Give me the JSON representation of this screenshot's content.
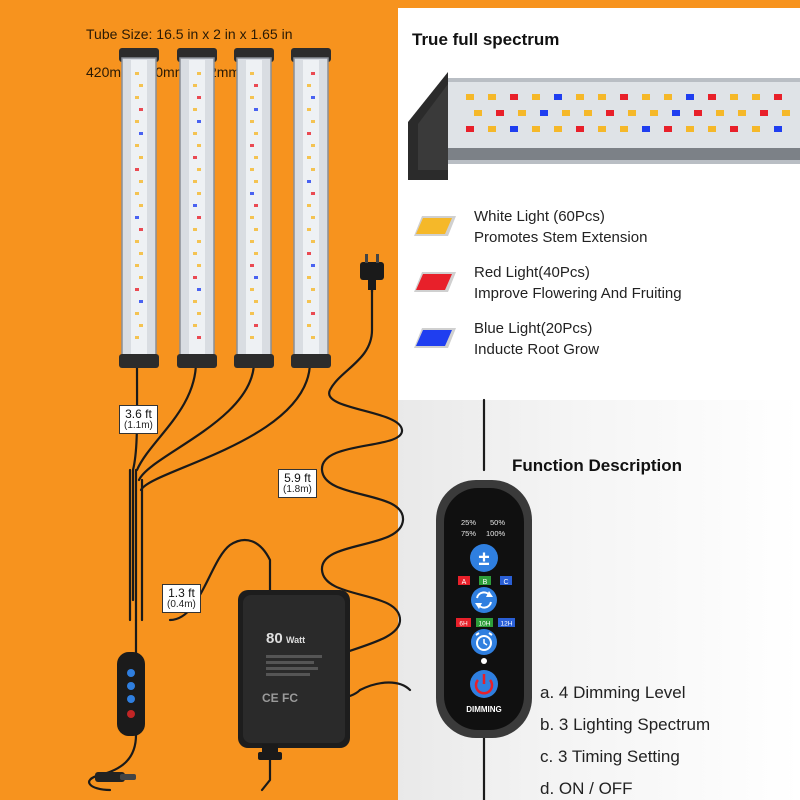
{
  "tube_size": {
    "line1": "Tube Size: 16.5 in x 2 in x 1.65 in",
    "line2": "420mm x 50mm x 42mm"
  },
  "cables": {
    "tube_cable": {
      "length": "3.6 ft",
      "metric": "(1.1m)"
    },
    "controller_cable": {
      "length": "5.9 ft",
      "metric": "(1.8m)"
    },
    "adapter_cable": {
      "length": "1.3 ft",
      "metric": "(0.4m)"
    }
  },
  "spectrum": {
    "heading": "True full spectrum",
    "items": [
      {
        "line1": "White Light (60Pcs)",
        "line2": "Promotes Stem Extension",
        "color": "#f5b829"
      },
      {
        "line1": "Red Light(40Pcs)",
        "line2": "Improve Flowering And Fruiting",
        "color": "#e8202a"
      },
      {
        "line1": "Blue Light(20Pcs)",
        "line2": "Inducte Root Grow",
        "color": "#1f3ef0"
      }
    ]
  },
  "adapter": {
    "wattage": "80",
    "unit": "Watt",
    "cert": "CE FC"
  },
  "controller": {
    "levels": [
      "25%",
      "50%",
      "75%",
      "100%"
    ],
    "spectrum_modes": [
      "A",
      "B",
      "C"
    ],
    "spectrum_colors": [
      "#e8202a",
      "#2e9e3a",
      "#2a5fd6"
    ],
    "timers": [
      "6H",
      "10H",
      "12H"
    ],
    "timer_colors": [
      "#e8202a",
      "#2e9e3a",
      "#2a5fd6"
    ],
    "dimming_label": "DIMMING",
    "plus_minus": "±"
  },
  "function": {
    "heading": "Function Description",
    "items": [
      "a. 4 Dimming Level",
      "b. 3 Lighting Spectrum",
      "c. 3 Timing Setting",
      "d. ON / OFF"
    ]
  }
}
